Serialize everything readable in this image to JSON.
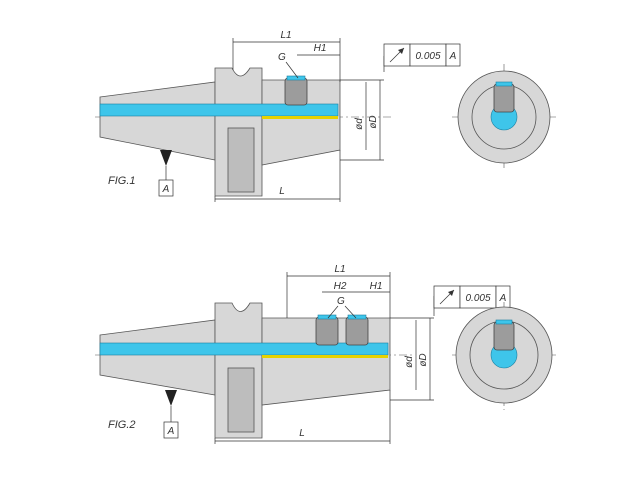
{
  "figures": [
    {
      "caption": "FIG.1",
      "labels": {
        "L1": "L1",
        "H1": "H1",
        "G": "G",
        "L": "L",
        "d": "ød",
        "D": "øD",
        "datum": "A"
      },
      "tolerance": {
        "value": "0.005",
        "datum": "A"
      }
    },
    {
      "caption": "FIG.2",
      "labels": {
        "L1": "L1",
        "H1": "H1",
        "H2": "H2",
        "G": "G",
        "L": "L",
        "d": "ød",
        "D": "øD",
        "datum": "A"
      },
      "tolerance": {
        "value": "0.005",
        "datum": "A"
      }
    }
  ],
  "colors": {
    "body": "#d7d7d7",
    "coolant": "#3ec5ea",
    "accent": "#e6d200"
  }
}
